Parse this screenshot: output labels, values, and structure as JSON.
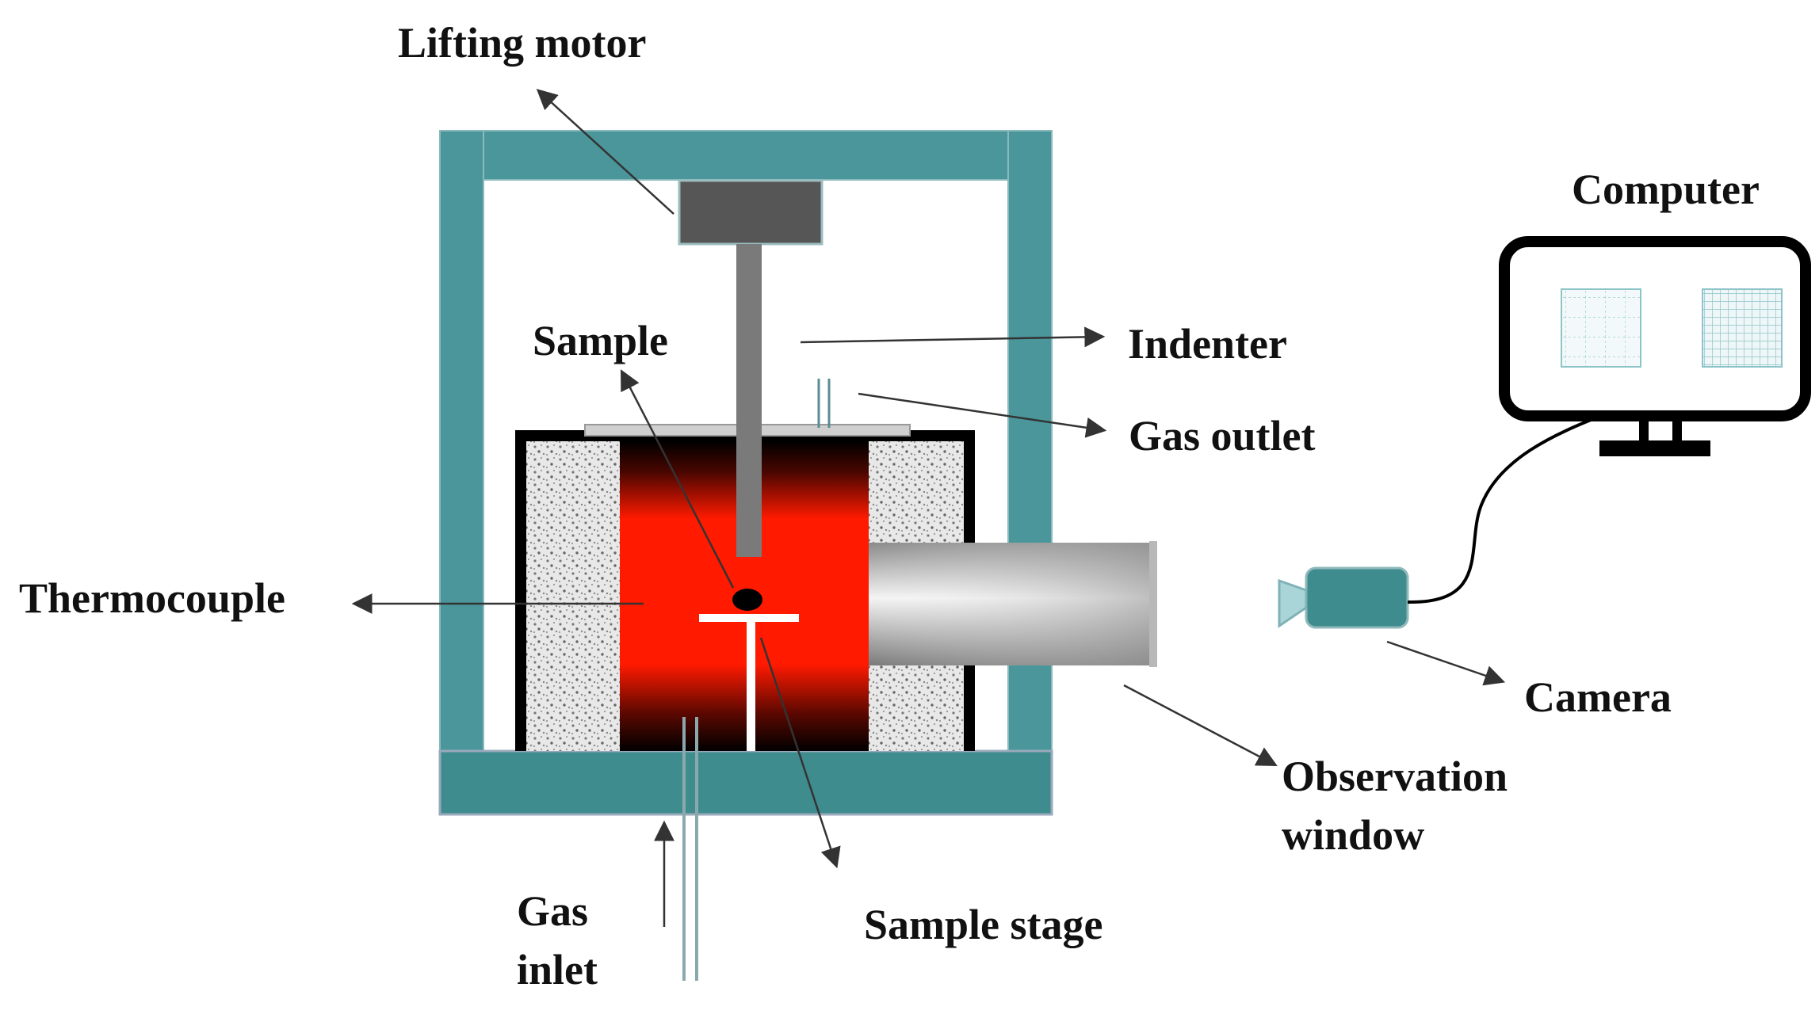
{
  "labels": {
    "lifting_motor": "Lifting motor",
    "computer": "Computer",
    "indenter": "Indenter",
    "sample": "Sample",
    "gas_outlet": "Gas outlet",
    "thermocouple": "Thermocouple",
    "camera": "Camera",
    "observation_line1": "Observation",
    "observation_line2": "window",
    "gas_inlet_line1": "Gas",
    "gas_inlet_line2": "inlet",
    "sample_stage": "Sample stage"
  },
  "colors": {
    "frame_teal": "#4a969b",
    "camera_teal": "#3f8c8f",
    "motor": "#565656",
    "indenter": "#7a7a7a",
    "furnace_hot": "#ff1a00",
    "furnace_dark": "#000000",
    "insulation": "#e6e6e6",
    "arrow": "#333333",
    "text": "#111111"
  }
}
